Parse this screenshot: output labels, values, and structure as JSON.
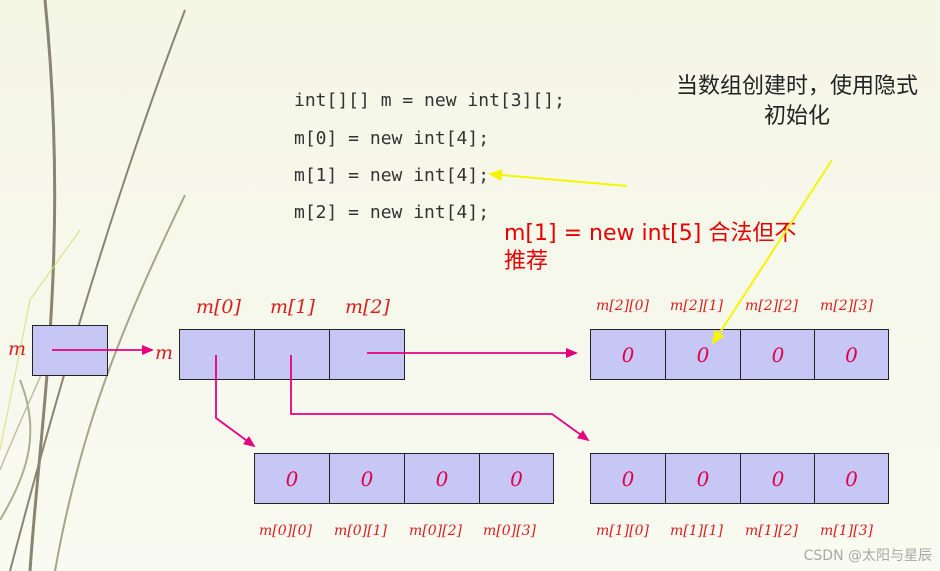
{
  "code_lines": [
    "int[][] m = new int[3][];",
    "m[0] = new int[4];",
    "m[1] = new int[4];",
    "m[2] = new int[4];"
  ],
  "note_implicit": "当数组创建时，使用隐式初始化",
  "note_legal": "m[1] = new int[5] 合法但不推荐",
  "var_label": "m",
  "ref_label": "m",
  "outer_labels": [
    "m[0]",
    "m[1]",
    "m[2]"
  ],
  "row0": {
    "values": [
      "0",
      "0",
      "0",
      "0"
    ],
    "labels": [
      "m[0][0]",
      "m[0][1]",
      "m[0][2]",
      "m[0][3]"
    ]
  },
  "row1": {
    "values": [
      "0",
      "0",
      "0",
      "0"
    ],
    "labels": [
      "m[1][0]",
      "m[1][1]",
      "m[1][2]",
      "m[1][3]"
    ]
  },
  "row2": {
    "values": [
      "0",
      "0",
      "0",
      "0"
    ],
    "labels": [
      "m[2][0]",
      "m[2][1]",
      "m[2][2]",
      "m[2][3]"
    ]
  },
  "watermark": "CSDN @太阳与星辰",
  "colors": {
    "cell_fill": "#c7c7f5",
    "pointer_arrow": "#e6007e",
    "annotation_arrow": "#ffff00",
    "label_red": "#d81e1e",
    "note_red": "#e60000"
  }
}
